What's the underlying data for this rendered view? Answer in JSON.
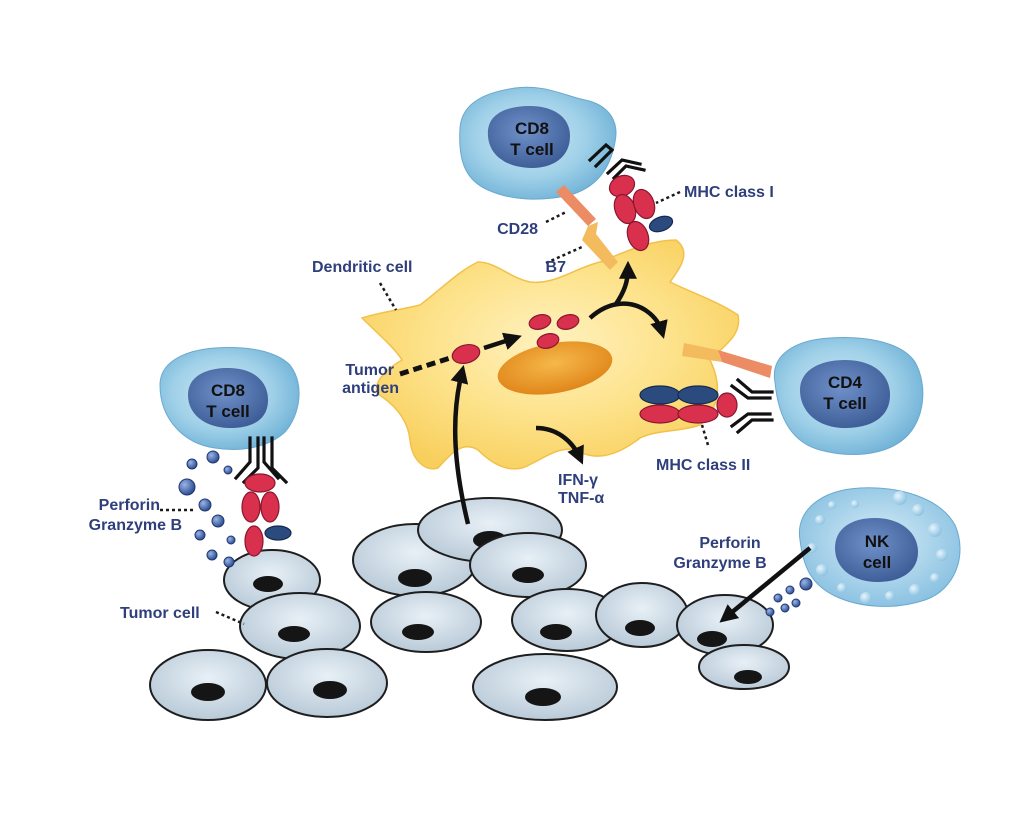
{
  "labels": {
    "dendritic_cell": "Dendritic cell",
    "tumor_antigen_line1": "Tumor",
    "tumor_antigen_line2": "antigen",
    "cd28": "CD28",
    "b7": "B7",
    "mhc_class_i": "MHC class I",
    "mhc_class_ii": "MHC class II",
    "ifn_gamma": "IFN-γ",
    "tnf_alpha": "TNF-α",
    "perforin_left": "Perforin",
    "granzyme_left": "Granzyme B",
    "perforin_right": "Perforin",
    "granzyme_right": "Granzyme B",
    "tumor_cell": "Tumor cell"
  },
  "cells": {
    "cd8_top_line1": "CD8",
    "cd8_top_line2": "T cell",
    "cd8_left_line1": "CD8",
    "cd8_left_line2": "T cell",
    "cd4_line1": "CD4",
    "cd4_line2": "T cell",
    "nk_line1": "NK",
    "nk_line2": "cell"
  },
  "colors": {
    "label_text": "#2e3f7c",
    "t_cell": "#8cc4e0",
    "t_cell_nucleus": "#4b6eaa",
    "dendritic_cell": "#fbd974",
    "dendritic_nucleus": "#e89a25",
    "tumor_cell": "#c9d7e3",
    "antigen_red": "#d8304d",
    "mhc_blue": "#2b4a7e",
    "costim_orange": "#ec8c64",
    "costim_yellow": "#f3bb5e"
  }
}
